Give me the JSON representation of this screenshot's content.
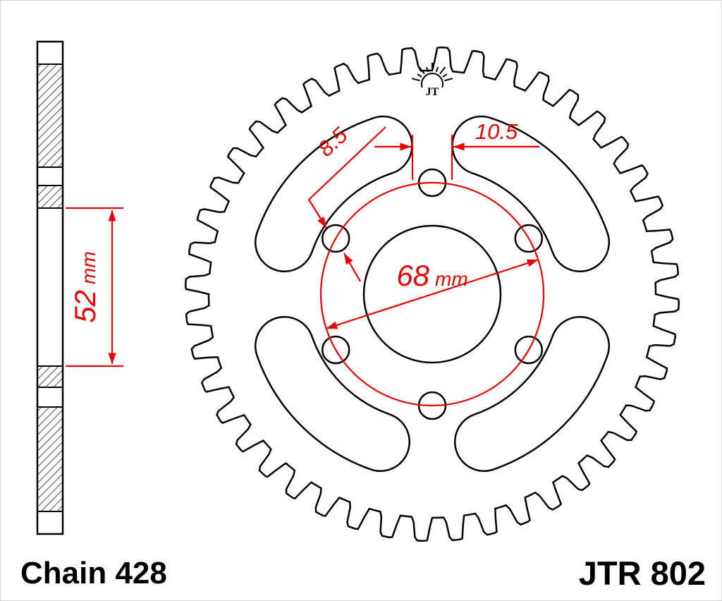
{
  "page": {
    "background": "#ffffff"
  },
  "labels": {
    "chain_standard": "Chain 428",
    "part_number": "JTR 802",
    "logo_text": "JT"
  },
  "annotations": {
    "hub_length": {
      "value": "52",
      "unit": "mm"
    },
    "bolt_circle": {
      "value": "68",
      "unit": "mm"
    },
    "bolt_hole_diameter": "8.5",
    "slot_width": "10.5"
  },
  "figure": {
    "type": "technical-drawing",
    "subject": "rear-sprocket",
    "teeth": 44,
    "bolt_holes": 6,
    "line_color": "#000000",
    "dimension_color": "#e60000",
    "background": "#ffffff"
  }
}
